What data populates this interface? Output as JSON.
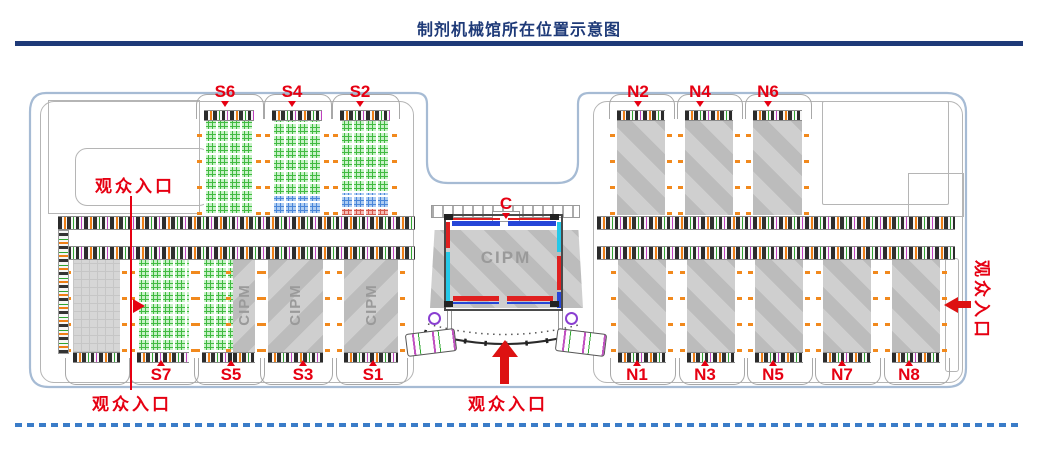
{
  "title": "制剂机械馆所在位置示意图",
  "cipm_label": "CIPM",
  "halls": {
    "center": "C",
    "south_top": [
      "S6",
      "S4",
      "S2"
    ],
    "south_bottom": [
      "S7",
      "S5",
      "S3",
      "S1"
    ],
    "north_top": [
      "N2",
      "N4",
      "N6"
    ],
    "north_bottom": [
      "N1",
      "N3",
      "N5",
      "N7",
      "N8"
    ]
  },
  "entrances": {
    "west_top": "观众入口",
    "west_bottom": "观众入口",
    "south_center": "观众入口",
    "east": "观众入口"
  },
  "colors": {
    "title_navy": "#1e3a78",
    "label_red": "#e60012",
    "cipm_gray": "#9a9a9a",
    "hall_stripe_light": "#cfcfcf",
    "hall_stripe_dark": "#bcbcbc",
    "booth_green": "#c7f2c7",
    "booth_blue": "#aecdf2",
    "booth_red": "#f4bcb5",
    "boundary_blue_gray": "#a6bbd4",
    "dashed_line_blue": "#3a7cc8"
  }
}
